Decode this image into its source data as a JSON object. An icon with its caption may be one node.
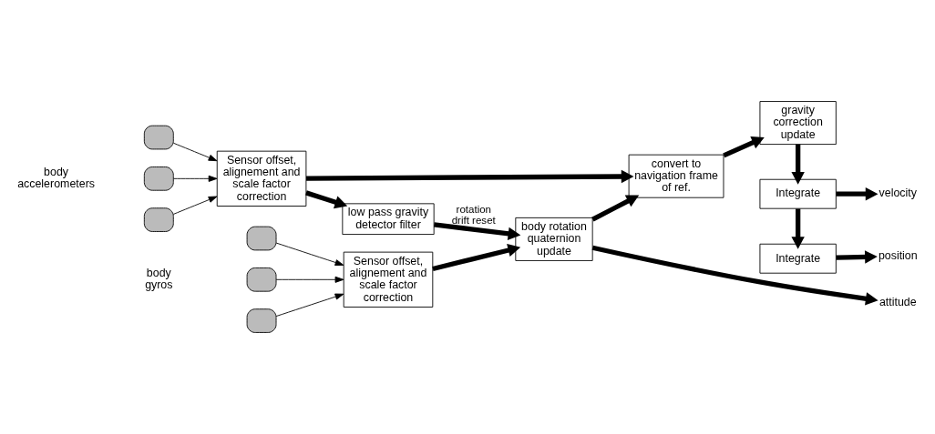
{
  "diagram": {
    "nodes": [
      {
        "text": [],
        "shape": "box"
      },
      {
        "text": [],
        "shape": "box"
      },
      {
        "text": [],
        "shape": "box"
      },
      {
        "text": [
          "Sensor offset, alignement and scale factor correction"
        ]
      },
      {
        "text": [
          "low pass gravity detector filter"
        ]
      },
      {
        "text": [
          "convert to navigation frame of ref."
        ]
      },
      {
        "text": [
          "gravity correction update"
        ]
      },
      {
        "text": [
          "Integrate"
        ]
      },
      {
        "text": [
          "Integrate"
        ]
      },
      {
        "text": [
          "velocity"
        ]
      },
      {
        "text": [
          "position"
        ]
      },
      {
        "text": [],
        "shape": "box"
      },
      {
        "text": [],
        "shape": "box"
      },
      {
        "text": [],
        "shape": "box"
      },
      {
        "text": [
          "Sensor offset, alignement and scale factor correction"
        ]
      },
      {
        "text": [
          "body rotation quaternion update"
        ]
      },
      {
        "text": [
          "attitude"
        ]
      }
    ],
    "edges": [
      {
        "from": 0,
        "to": 3,
        "arrow": "to"
      },
      {
        "from": 1,
        "to": 3,
        "arrow": "to"
      },
      {
        "from": 2,
        "to": 3,
        "arrow": "to"
      },
      {
        "from": 3,
        "to": 5,
        "arrow": "to"
      },
      {
        "from": 3,
        "to": 4,
        "arrow": "to"
      },
      {
        "from": 4,
        "to": 15,
        "arrow": "to",
        "label": "rotation drift reset"
      },
      {
        "from": 5,
        "to": 6,
        "arrow": "to"
      },
      {
        "from": 6,
        "to": 7,
        "arrow": "to"
      },
      {
        "from": 7,
        "to": 8,
        "arrow": "to"
      },
      {
        "from": 7,
        "to": 9,
        "arrow": "to"
      },
      {
        "from": 8,
        "to": 10,
        "arrow": "to"
      },
      {
        "from": 11,
        "to": 14,
        "arrow": "to"
      },
      {
        "from": 12,
        "to": 14,
        "arrow": "to"
      },
      {
        "from": 13,
        "to": 14,
        "arrow": "to"
      },
      {
        "from": 14,
        "to": 15,
        "arrow": "to"
      },
      {
        "from": 15,
        "to": 5,
        "arrow": "to"
      },
      {
        "from": 15,
        "to": 16,
        "arrow": "to"
      }
    ],
    "labels": [
      "body accelerometers",
      "body gyros"
    ]
  }
}
